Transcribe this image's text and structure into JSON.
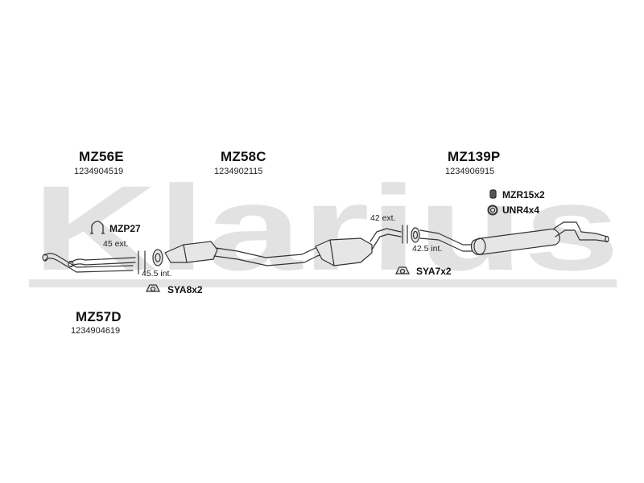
{
  "watermark": {
    "text": "Klarius",
    "color": "#e2e2e2"
  },
  "sections": {
    "front_pipe": {
      "code": "MZ56E",
      "number": "1234904519"
    },
    "center": {
      "code": "MZ58C",
      "number": "1234902115"
    },
    "rear": {
      "code": "MZ139P",
      "number": "1234906915"
    },
    "lower": {
      "code": "MZ57D",
      "number": "1234904619"
    }
  },
  "accessories": {
    "clamp_front": "MZP27",
    "seal_front": "SYA8x2",
    "seal_rear": "SYA7x2",
    "rubber_mount": "MZR15x2",
    "ring": "UNR4x4"
  },
  "dimensions": {
    "front_ext": "45 ext.",
    "front_int": "45.5 int.",
    "rear_ext": "42 ext.",
    "rear_int": "42.5 int."
  },
  "colors": {
    "line": "#333333",
    "fill": "#e6e6e6"
  }
}
